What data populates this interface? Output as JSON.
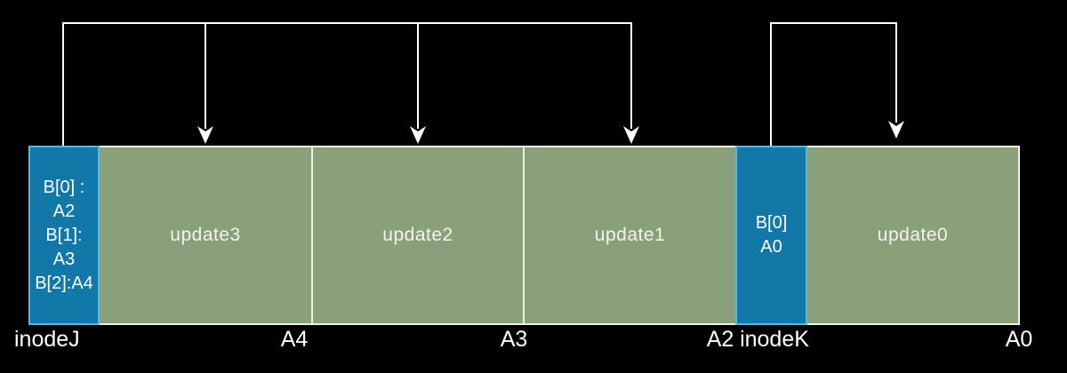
{
  "colors": {
    "background": "#000000",
    "inode_fill": "#1178A8",
    "inode_border": "#5EB8DC",
    "update_fill": "#8AA07B",
    "update_border": "#EDF3DE",
    "connector": "#FFFFFF",
    "text": "#FFFFFF"
  },
  "bar": {
    "blocks": [
      {
        "name": "inodeJ",
        "type": "inode",
        "lines": [
          "B[0] :",
          "A2",
          "B[1]:",
          "A3",
          "B[2]:A4"
        ]
      },
      {
        "name": "update3",
        "type": "update",
        "label": "update3"
      },
      {
        "name": "update2",
        "type": "update",
        "label": "update2"
      },
      {
        "name": "update1",
        "type": "update",
        "label": "update1"
      },
      {
        "name": "inodeK",
        "type": "inode",
        "lines": [
          "B[0]",
          "A0"
        ]
      },
      {
        "name": "update0",
        "type": "update",
        "label": "update0"
      }
    ]
  },
  "axis_labels": {
    "inodeJ": "inodeJ",
    "a4": "A4",
    "a3": "A3",
    "a2": "A2",
    "inodeK": "inodeK",
    "a0": "A0"
  },
  "arrows": [
    {
      "from": "inodeJ",
      "to": [
        "update3",
        "update2",
        "update1"
      ]
    },
    {
      "from": "inodeK",
      "to": [
        "update0"
      ]
    }
  ]
}
